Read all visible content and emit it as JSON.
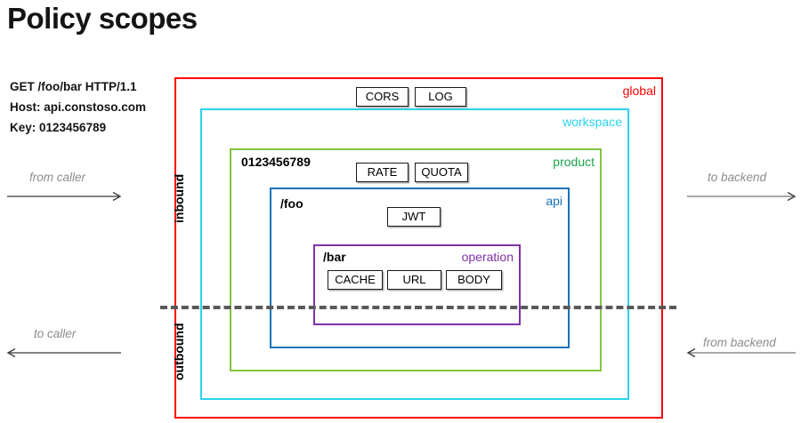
{
  "page": {
    "title": "Policy scopes"
  },
  "request": {
    "line1": "GET /foo/bar HTTP/1.1",
    "line2": "Host: api.constoso.com",
    "line3": "Key: 0123456789"
  },
  "scopes": [
    {
      "id": "global",
      "label": "global",
      "color": "#ff0000",
      "inner_text": "",
      "policies": [
        "CORS",
        "LOG"
      ]
    },
    {
      "id": "workspace",
      "label": "workspace",
      "color": "#2ad2f0",
      "inner_text": "",
      "policies": []
    },
    {
      "id": "product",
      "label": "product",
      "color": "#1aa34a",
      "inner_text": "0123456789",
      "policies": [
        "RATE",
        "QUOTA"
      ]
    },
    {
      "id": "api",
      "label": "api",
      "color": "#1a72b8",
      "inner_text": "/foo",
      "policies": [
        "JWT"
      ]
    },
    {
      "id": "operation",
      "label": "operation",
      "color": "#8031a7",
      "inner_text": "/bar",
      "policies": [
        "CACHE",
        "URL",
        "BODY"
      ]
    }
  ],
  "policies": {
    "cors": "CORS",
    "log": "LOG",
    "rate": "RATE",
    "quota": "QUOTA",
    "jwt": "JWT",
    "cache": "CACHE",
    "url": "URL",
    "body": "BODY"
  },
  "direction_labels": {
    "inbound": "inbound",
    "outbound": "outbound"
  },
  "flows": {
    "from_caller": "from caller",
    "to_caller": "to caller",
    "to_backend": "to backend",
    "from_backend": "from backend"
  },
  "divider": {
    "style": "dashed",
    "color": "#595959"
  }
}
